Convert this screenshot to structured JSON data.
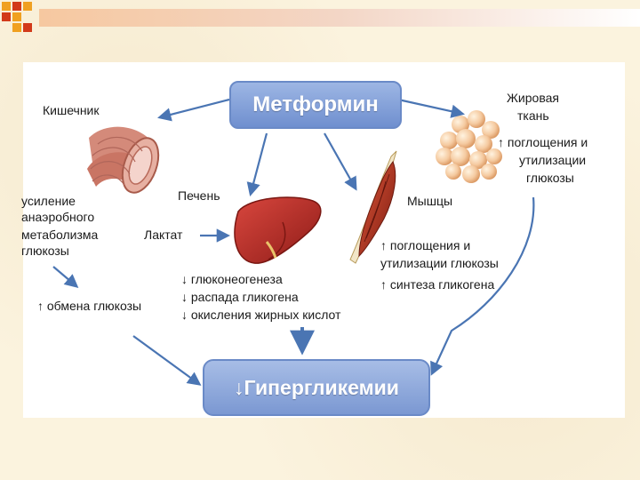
{
  "colors": {
    "arrow": "#4a75b3",
    "box_fill": "#8aa6dc",
    "box_border": "#6a8ac7",
    "logo_orange": "#f0a020",
    "logo_red": "#d23a1a"
  },
  "center": {
    "title": "Метформин"
  },
  "outcome": {
    "title": "↓Гипергликемии"
  },
  "intestine": {
    "title": "Кишечник",
    "effect_lines": [
      "усиление",
      "анаэробного",
      "метаболизма",
      "глюкозы"
    ],
    "result": "↑ обмена глюкозы",
    "icon": "intestine-icon"
  },
  "liver": {
    "title": "Печень",
    "lactate": "Лактат",
    "effects": [
      "↓ глюконеогенеза",
      "↓ распада гликогена",
      "↓ окисления жирных кислот"
    ],
    "icon": "liver-icon"
  },
  "adipose": {
    "title_lines": [
      "Жировая",
      "ткань"
    ],
    "effect_lines": [
      "↑ поглощения и",
      "утилизации",
      "глюкозы"
    ],
    "icon": "fat-cells-icon"
  },
  "muscle": {
    "title": "Мышцы",
    "effect_lines": [
      "↑ поглощения и",
      "утилизации глюкозы",
      "↑ синтеза гликогена"
    ],
    "icon": "muscle-icon"
  }
}
